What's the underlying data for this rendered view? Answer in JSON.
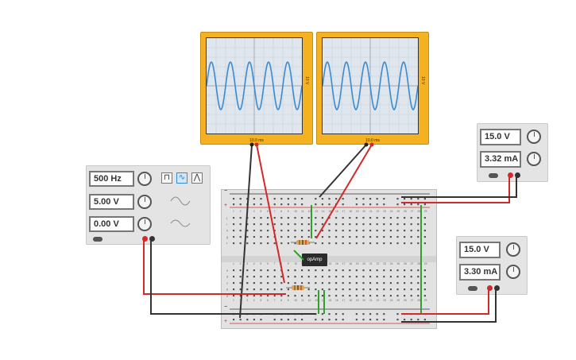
{
  "oscilloscopes": [
    {
      "v_per_div": "10 V",
      "time_per_div": "10.0 ms"
    },
    {
      "v_per_div": "10 V",
      "time_per_div": "10.0 ms"
    }
  ],
  "function_generator": {
    "frequency": "500 Hz",
    "amplitude": "5.00 V",
    "dc_offset": "0.00 V",
    "waveforms": [
      "square",
      "sine",
      "triangle"
    ],
    "selected_waveform": "sine"
  },
  "power_supplies": [
    {
      "voltage": "15.0 V",
      "current": "3.32 mA"
    },
    {
      "voltage": "15.0 V",
      "current": "3.30 mA"
    }
  ],
  "breadboard": {
    "rail_plus": "+",
    "rail_minus": "−",
    "row_letters_top": [
      "j",
      "i",
      "h",
      "g",
      "f"
    ],
    "row_letters_bottom": [
      "e",
      "d",
      "c",
      "b",
      "a"
    ],
    "columns": [
      "1",
      "2",
      "3",
      "4",
      "5",
      "6",
      "7",
      "8",
      "9",
      "10",
      "11",
      "12",
      "13",
      "14",
      "15",
      "16",
      "17",
      "18",
      "19",
      "20",
      "21",
      "22",
      "23",
      "24",
      "25",
      "26",
      "27",
      "28",
      "29"
    ]
  },
  "chip": {
    "label": "opAmp"
  },
  "colors": {
    "scope_frame": "#f4b223",
    "wire_red": "#d22a2a",
    "wire_black": "#333333",
    "wire_green": "#2ea12e",
    "sine_trace": "#3a8bd0"
  }
}
